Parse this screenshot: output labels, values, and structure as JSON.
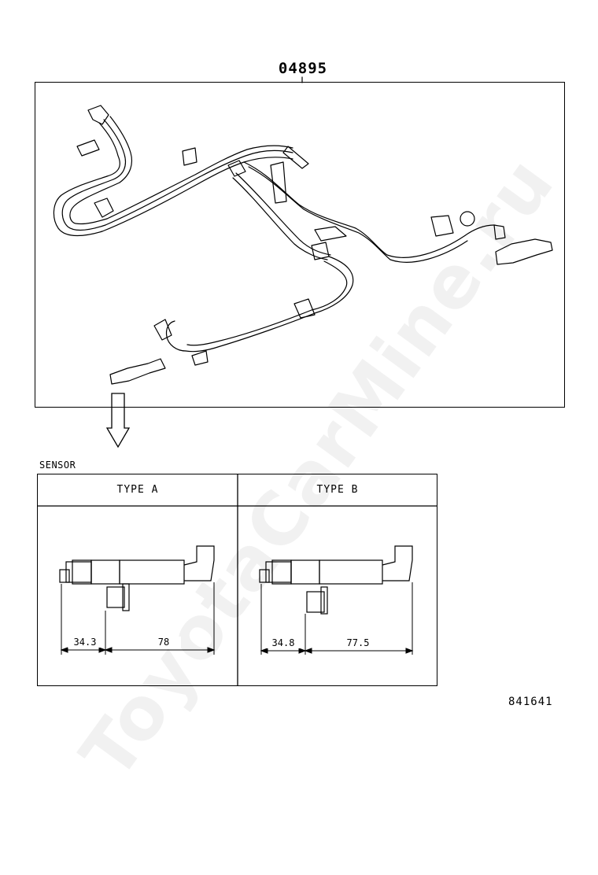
{
  "diagram": {
    "part_number": "04895",
    "sensor_label": "SENSOR",
    "diagram_id": "841641",
    "watermark": "ToyotaCarMine.ru"
  },
  "sensor_types": [
    {
      "title": "TYPE A",
      "dim_left": "34.3",
      "dim_right": "78"
    },
    {
      "title": "TYPE B",
      "dim_left": "34.8",
      "dim_right": "77.5"
    }
  ]
}
